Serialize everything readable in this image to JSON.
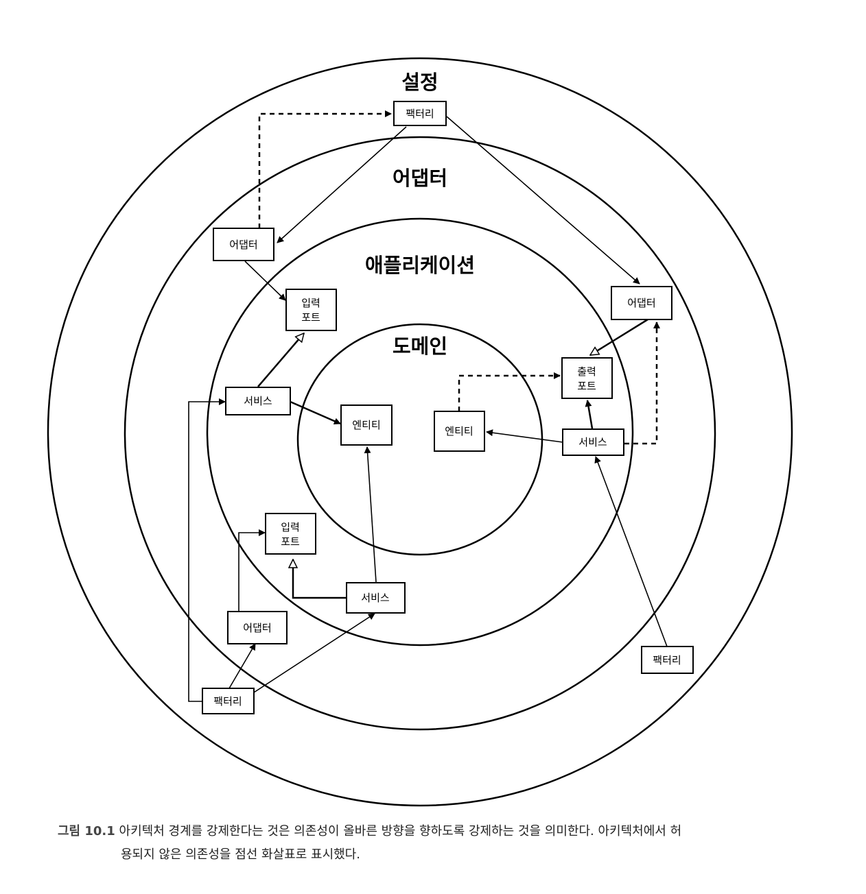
{
  "rings": {
    "configuration": "설정",
    "adapter": "어댑터",
    "application": "애플리케이션",
    "domain": "도메인"
  },
  "boxes": {
    "factory_top": "팩터리",
    "adapter_left_top": "어댑터",
    "input_port_top": [
      "입력",
      "포트"
    ],
    "adapter_right": "어댑터",
    "output_port": [
      "출력",
      "포트"
    ],
    "service_left": "서비스",
    "entity_center": "엔티티",
    "entity_right": "엔티티",
    "service_right": "서비스",
    "input_port_bottom": [
      "입력",
      "포트"
    ],
    "service_bottom": "서비스",
    "adapter_bottom": "어댑터",
    "factory_bottom_left": "팩터리",
    "factory_bottom_right": "팩터리"
  },
  "caption": {
    "label": "그림 10.1",
    "line1": "아키텍처 경계를 강제한다는 것은 의존성이 올바른 방향을 향하도록 강제하는 것을 의미한다. 아키텍처에서 허",
    "line2": "용되지 않은 의존성을 점선 화살표로 표시했다."
  }
}
